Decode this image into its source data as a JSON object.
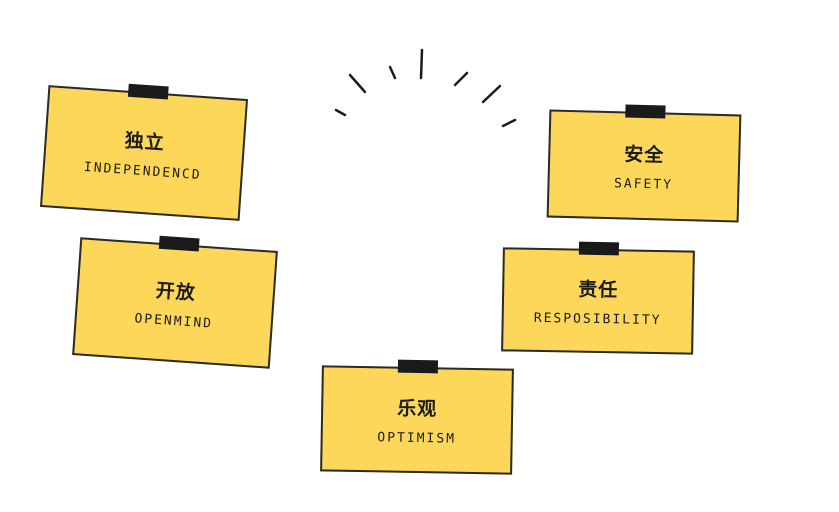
{
  "colors": {
    "note_fill": "#FCD75A",
    "outline": "#2a2a2a",
    "tape": "#1a1a1a",
    "background": "#ffffff"
  },
  "icons": {
    "burst": "burst-lines-icon"
  },
  "notes": [
    {
      "zh": "独立",
      "en": "INDEPENDENCD"
    },
    {
      "zh": "开放",
      "en": "OPENMIND"
    },
    {
      "zh": "乐观",
      "en": "OPTIMISM"
    },
    {
      "zh": "安全",
      "en": "SAFETY"
    },
    {
      "zh": "责任",
      "en": "RESPOSIBILITY"
    }
  ]
}
